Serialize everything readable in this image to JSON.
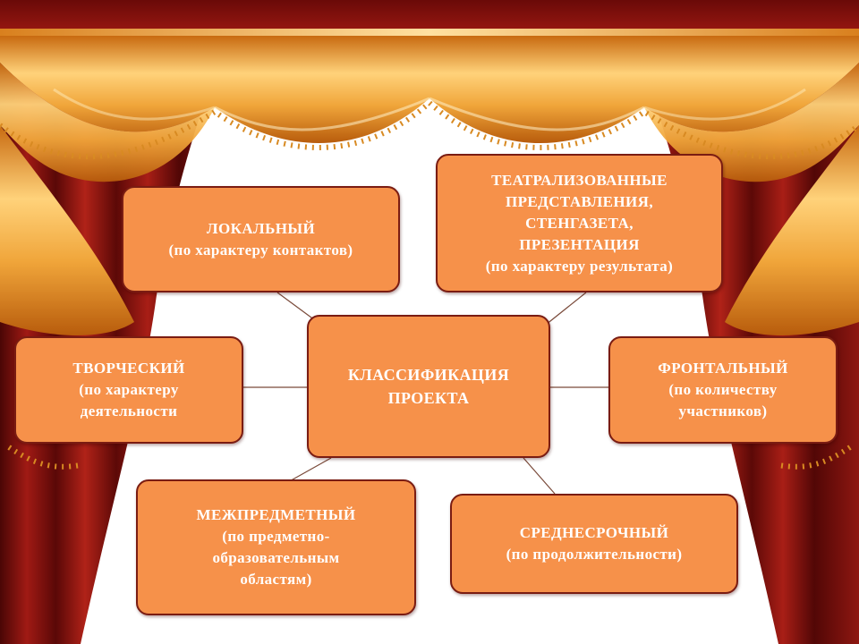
{
  "diagram": {
    "center": {
      "lines": [
        "КЛАССИФИКАЦИЯ",
        "ПРОЕКТА"
      ]
    },
    "nodes": [
      {
        "id": "local",
        "lines": [
          "ЛОКАЛЬНЫЙ",
          "(по характеру контактов)"
        ]
      },
      {
        "id": "theatrical",
        "lines": [
          "ТЕАТРАЛИЗОВАННЫЕ",
          "ПРЕДСТАВЛЕНИЯ,",
          "СТЕНГАЗЕТА,",
          "ПРЕЗЕНТАЦИЯ",
          "(по характеру результата)"
        ]
      },
      {
        "id": "creative",
        "lines": [
          "ТВОРЧЕСКИЙ",
          "(по характеру",
          "деятельности"
        ]
      },
      {
        "id": "frontal",
        "lines": [
          "ФРОНТАЛЬНЫЙ",
          "(по количеству",
          "участников)"
        ]
      },
      {
        "id": "interdisciplinary",
        "lines": [
          "МЕЖПРЕДМЕТНЫЙ",
          "(по предметно-",
          "образовательным",
          "областям)"
        ]
      },
      {
        "id": "medium-term",
        "lines": [
          "СРЕДНЕСРОЧНЫЙ",
          "(по продолжительности)"
        ]
      }
    ]
  },
  "colors": {
    "box_fill": "#f6914a",
    "box_border": "#7a1c12",
    "text": "#ffffff",
    "connector": "#7a4a3a",
    "curtain_red": "#9b1a14",
    "curtain_gold": "#f0a53a"
  }
}
